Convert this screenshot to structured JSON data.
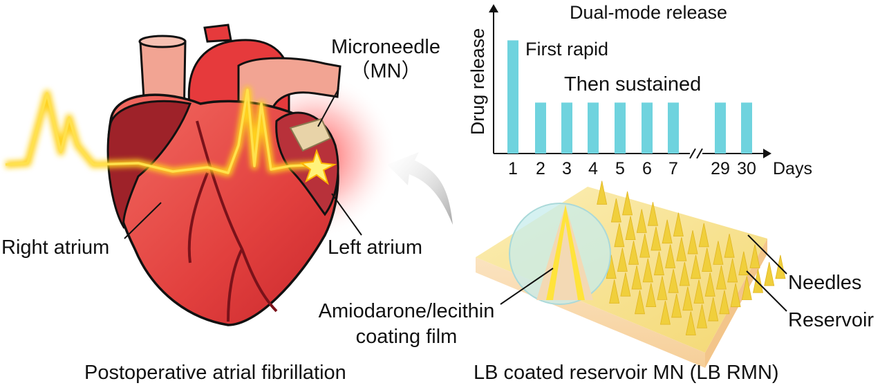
{
  "labels": {
    "microneedle_line1": "Microneedle",
    "microneedle_line2": "（MN）",
    "right_atrium": "Right atrium",
    "left_atrium": "Left atrium",
    "needles": "Needles",
    "reservoir": "Reservoir",
    "coating_line1": "Amiodarone/lecithin",
    "coating_line2": "coating film",
    "caption_left": "Postoperative atrial fibrillation",
    "caption_right": "LB coated reservoir MN (LB RMN)"
  },
  "chart_data": {
    "type": "bar",
    "title": "Dual-mode release",
    "xlabel": "Days",
    "ylabel": "Drug release",
    "categories": [
      "1",
      "2",
      "3",
      "4",
      "5",
      "6",
      "7",
      "29",
      "30"
    ],
    "values": [
      1.0,
      0.45,
      0.45,
      0.45,
      0.45,
      0.45,
      0.45,
      0.45,
      0.45
    ],
    "ylim": [
      0,
      1.1
    ],
    "axis_break": "between 7 and 29",
    "annotations": [
      "First rapid",
      "Then sustained"
    ],
    "bar_color": "#6fd3de",
    "grid": false
  },
  "colors": {
    "heart_main": "#e8504d",
    "heart_dark": "#8e1b22",
    "aorta": "#e63a3c",
    "vessel_pink": "#f2a493",
    "ecg_glow": "#ffd21a",
    "mn_base": "#f7e6a8",
    "mn_needle": "#f0cf3c",
    "lens_fill": "#c7ecec"
  }
}
